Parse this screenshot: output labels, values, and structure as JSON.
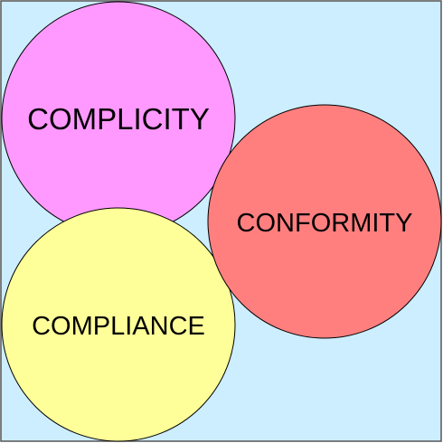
{
  "diagram": {
    "background_color": "#cdeeff",
    "border_color": "#555555",
    "circles": [
      {
        "label": "COMPLICITY",
        "fill": "#ff99ff"
      },
      {
        "label": "CONFORMITY",
        "fill": "#ff7f7f"
      },
      {
        "label": "COMPLIANCE",
        "fill": "#ffff99"
      }
    ]
  }
}
